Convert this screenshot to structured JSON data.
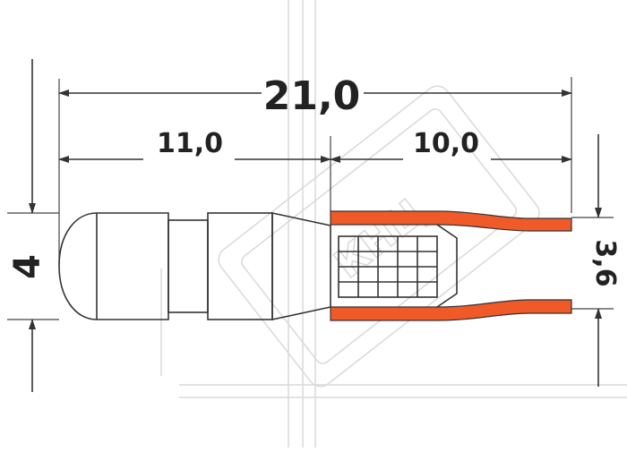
{
  "drawing": {
    "dims": {
      "overall_length": "21,0",
      "left_section": "11,0",
      "right_section": "10,0",
      "height_left": "4",
      "height_right": "3,6"
    },
    "watermark": "КНЦ",
    "colors": {
      "line": "#333333",
      "sleeve_fill": "#f05a28",
      "background": "#ffffff",
      "watermark": "#d9d9d9"
    }
  }
}
